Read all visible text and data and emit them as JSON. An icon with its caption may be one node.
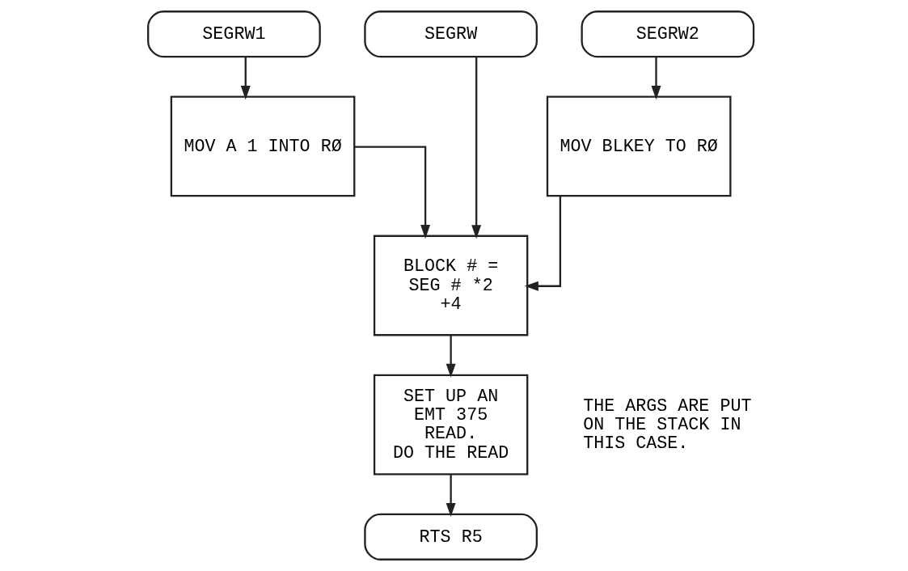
{
  "diagram": {
    "nodes": [
      {
        "text": [
          "SEGRW1"
        ]
      },
      {
        "text": [
          "SEGRW2"
        ]
      },
      {
        "text": [
          "SEGRW"
        ]
      },
      {
        "text": [
          "MOV A 1 INTO RØ"
        ]
      },
      {
        "text": [
          "MOV BLKEY TO RØ"
        ]
      },
      {
        "text": [
          "BLOCK # = SEG # *2 +4"
        ]
      },
      {
        "text": [
          "SET UP AN EMT 375 READ. DO THE READ"
        ],
        "beside": [
          "THE ARGS ARE PUT ON THE STACK IN THIS CASE."
        ]
      },
      {
        "text": [
          "RTS R5"
        ]
      }
    ],
    "edges": [
      {
        "from": 0,
        "to": 3,
        "arrow": "to"
      },
      {
        "from": 1,
        "to": 4,
        "arrow": "to"
      },
      {
        "from": 2,
        "to": 5,
        "arrow": "to"
      },
      {
        "from": 3,
        "to": 5,
        "arrow": "to"
      },
      {
        "from": 4,
        "to": 5,
        "arrow": "to"
      },
      {
        "from": 5,
        "to": 6,
        "arrow": "to"
      },
      {
        "from": 6,
        "to": 7,
        "arrow": "to"
      }
    ]
  }
}
